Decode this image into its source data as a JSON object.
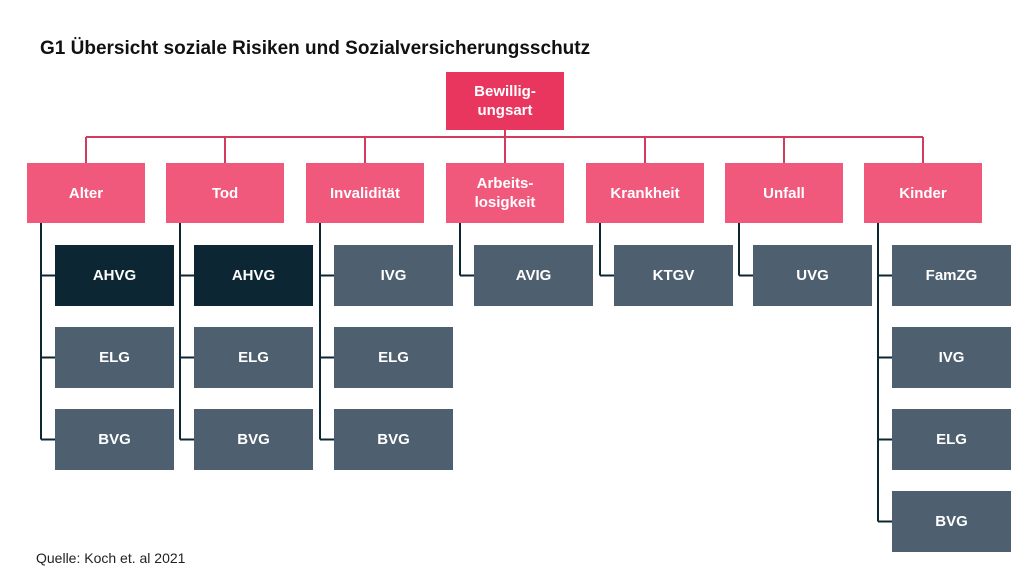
{
  "title": "G1 Übersicht soziale Risiken und Sozialversicherungsschutz",
  "root": "Bewillig-\nungsart",
  "source": "Quelle: Koch et. al 2021",
  "colors": {
    "root": "#e8365f",
    "risk": "#f0597b",
    "law": "#4e6070",
    "law_highlight": "#0c2733",
    "connector_root": "#d23a5e",
    "connector_risk": "#0c2733"
  },
  "risks": [
    {
      "label": "Alter",
      "laws": [
        {
          "label": "AHVG",
          "highlight": true
        },
        {
          "label": "ELG"
        },
        {
          "label": "BVG"
        }
      ]
    },
    {
      "label": "Tod",
      "laws": [
        {
          "label": "AHVG",
          "highlight": true
        },
        {
          "label": "ELG"
        },
        {
          "label": "BVG"
        }
      ]
    },
    {
      "label": "Invalidität",
      "laws": [
        {
          "label": "IVG"
        },
        {
          "label": "ELG"
        },
        {
          "label": "BVG"
        }
      ]
    },
    {
      "label": "Arbeits-\nlosigkeit",
      "laws": [
        {
          "label": "AVIG"
        }
      ]
    },
    {
      "label": "Krankheit",
      "laws": [
        {
          "label": "KTGV"
        }
      ]
    },
    {
      "label": "Unfall",
      "laws": [
        {
          "label": "UVG"
        }
      ]
    },
    {
      "label": "Kinder",
      "laws": [
        {
          "label": "FamZG"
        },
        {
          "label": "IVG"
        },
        {
          "label": "ELG"
        },
        {
          "label": "BVG"
        }
      ]
    }
  ]
}
